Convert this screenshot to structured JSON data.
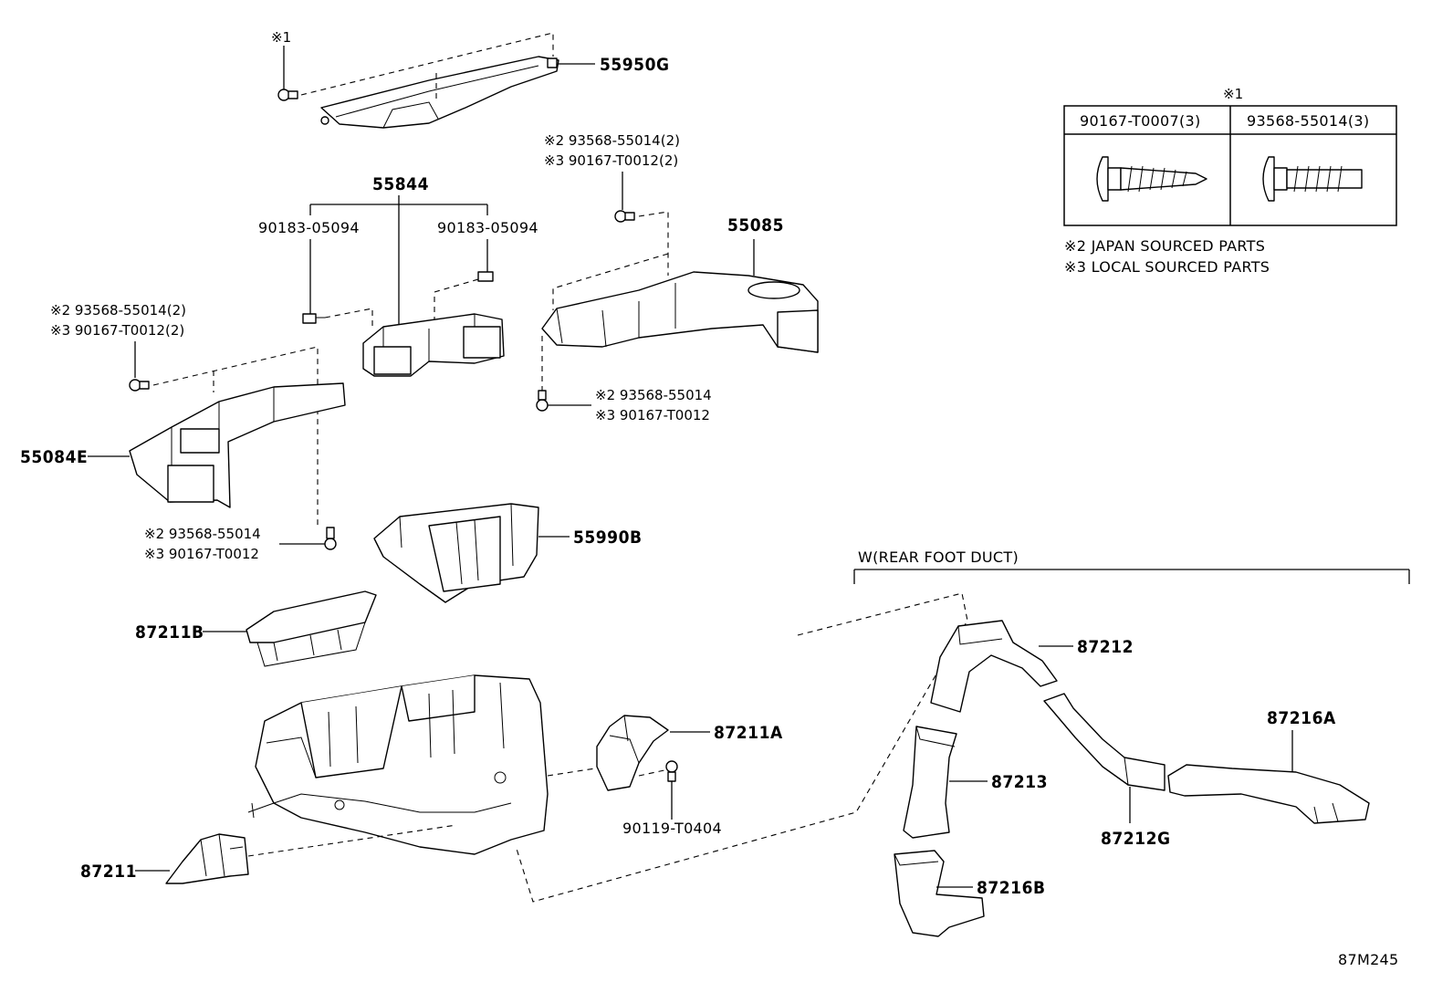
{
  "parts": {
    "p55950G": "55950G",
    "p55844": "55844",
    "p90183_a": "90183-05094",
    "p90183_b": "90183-05094",
    "p55085": "55085",
    "p55084E": "55084E",
    "p55990B": "55990B",
    "p87211B": "87211B",
    "p87211A": "87211A",
    "p90119": "90119-T0404",
    "p87211": "87211",
    "p87212": "87212",
    "p87213": "87213",
    "p87212G": "87212G",
    "p87216A": "87216A",
    "p87216B": "87216B"
  },
  "screw_callouts": {
    "top_mark": "※1",
    "c1_line1": "※2 93568-55014(2)",
    "c1_line2": "※3 90167-T0012(2)",
    "c2_line1": "※2 93568-55014(2)",
    "c2_line2": "※3 90167-T0012(2)",
    "c3_line1": "※2 93568-55014",
    "c3_line2": "※3 90167-T0012",
    "c4_line1": "※2 93568-55014",
    "c4_line2": "※3 90167-T0012"
  },
  "legend": {
    "header_mark": "※1",
    "col1": "90167-T0007(3)",
    "col2": "93568-55014(3)",
    "note2": "※2 JAPAN SOURCED PARTS",
    "note3": "※3 LOCAL SOURCED PARTS"
  },
  "rear_group_title": "W(REAR FOOT DUCT)",
  "figure_code": "87M245"
}
